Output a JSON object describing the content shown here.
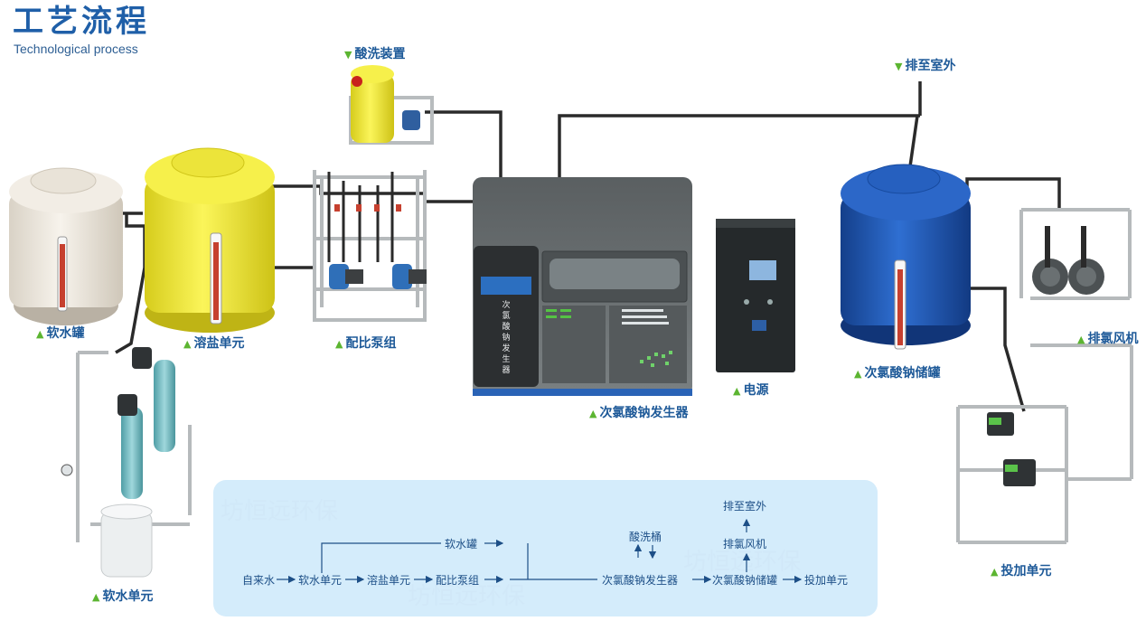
{
  "header": {
    "title": "工艺流程",
    "subtitle": "Technological process"
  },
  "labels": {
    "acid_wash": "酸洗装置",
    "vent_outside": "排至室外",
    "soft_water_tank": "软水罐",
    "salt_unit": "溶盐单元",
    "ratio_pump": "配比泵组",
    "power_supply": "电源",
    "storage_tank": "次氯酸钠储罐",
    "chlorine_fan": "排氯风机",
    "generator": "次氯酸钠发生器",
    "dosing_unit": "投加单元",
    "softener_unit": "软水单元"
  },
  "machine": {
    "vertical_text": [
      "次",
      "氯",
      "酸",
      "钠",
      "发",
      "生",
      "器"
    ]
  },
  "flow": {
    "tap_water": "自来水",
    "softener": "软水单元",
    "salt": "溶盐单元",
    "pump": "配比泵组",
    "soft_tank": "软水罐",
    "acid_bucket": "酸洗桶",
    "generator": "次氯酸钠发生器",
    "storage": "次氯酸钠储罐",
    "dosing": "投加单元",
    "fan": "排氯风机",
    "vent": "排至室外"
  },
  "watermark": {
    "text": "坊恒远环保"
  },
  "colors": {
    "title": "#1f5fa8",
    "label": "#1d5998",
    "triangle": "#5cb531",
    "flow_bg": "#d4ecfb",
    "yellow_tank": "#f3ea3a",
    "blue_tank": "#1d54b0",
    "white_tank": "#ece7df",
    "machine": "#6b7071"
  }
}
